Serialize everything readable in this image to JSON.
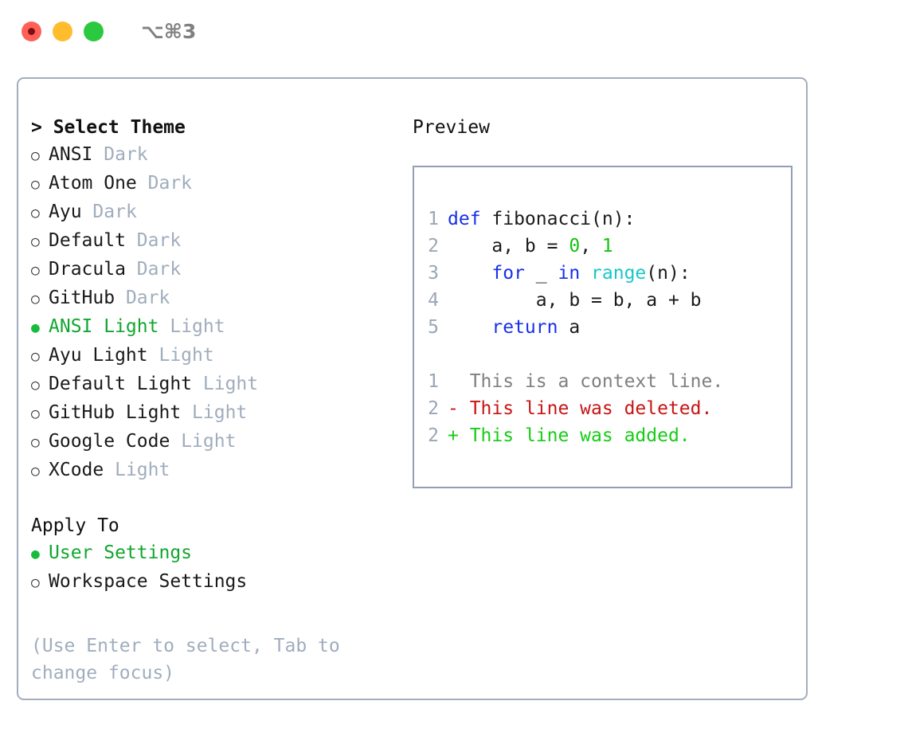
{
  "window": {
    "titlebar": {
      "title": "⌥⌘3",
      "controls": [
        {
          "name": "close",
          "color": "#ff6058",
          "recording": true
        },
        {
          "name": "minimize",
          "color": "#ffbd2e",
          "recording": false
        },
        {
          "name": "maximize",
          "color": "#2ac940",
          "recording": false
        }
      ]
    }
  },
  "theme_picker": {
    "heading": "> Select Theme",
    "focus_prefix": ">",
    "bullet_unselected": "○",
    "bullet_selected": "●",
    "themes": [
      {
        "name": "ANSI",
        "badge": "Dark",
        "selected": false
      },
      {
        "name": "Atom One",
        "badge": "Dark",
        "selected": false
      },
      {
        "name": "Ayu",
        "badge": "Dark",
        "selected": false
      },
      {
        "name": "Default",
        "badge": "Dark",
        "selected": false
      },
      {
        "name": "Dracula",
        "badge": "Dark",
        "selected": false
      },
      {
        "name": "GitHub",
        "badge": "Dark",
        "selected": false
      },
      {
        "name": "ANSI Light",
        "badge": "Light",
        "selected": true
      },
      {
        "name": "Ayu Light",
        "badge": "Light",
        "selected": false
      },
      {
        "name": "Default Light",
        "badge": "Light",
        "selected": false
      },
      {
        "name": "GitHub Light",
        "badge": "Light",
        "selected": false
      },
      {
        "name": "Google Code",
        "badge": "Light",
        "selected": false
      },
      {
        "name": "XCode",
        "badge": "Light",
        "selected": false
      }
    ]
  },
  "apply_to": {
    "heading": "Apply To",
    "options": [
      {
        "label": "User Settings",
        "selected": true
      },
      {
        "label": "Workspace Settings",
        "selected": false
      }
    ]
  },
  "hint": "(Use Enter to select, Tab to change focus)",
  "preview": {
    "heading": "Preview",
    "code_lines": [
      {
        "num": "1",
        "tokens": [
          {
            "t": "def ",
            "c": "kw"
          },
          {
            "t": "fibonacci(n):",
            "c": "plain"
          }
        ]
      },
      {
        "num": "2",
        "tokens": [
          {
            "t": "    a, b = ",
            "c": "plain"
          },
          {
            "t": "0",
            "c": "num"
          },
          {
            "t": ", ",
            "c": "plain"
          },
          {
            "t": "1",
            "c": "num"
          }
        ]
      },
      {
        "num": "3",
        "tokens": [
          {
            "t": "    for ",
            "c": "kw"
          },
          {
            "t": "_ ",
            "c": "plain"
          },
          {
            "t": "in ",
            "c": "kw"
          },
          {
            "t": "range",
            "c": "built"
          },
          {
            "t": "(n):",
            "c": "plain"
          }
        ]
      },
      {
        "num": "4",
        "tokens": [
          {
            "t": "        a, b = b, a + b",
            "c": "plain"
          }
        ]
      },
      {
        "num": "5",
        "tokens": [
          {
            "t": "    return ",
            "c": "kw"
          },
          {
            "t": "a",
            "c": "plain"
          }
        ]
      }
    ],
    "diff_lines": [
      {
        "num": "1",
        "marker": "  ",
        "text": "This is a context line.",
        "kind": "ctx"
      },
      {
        "num": "2",
        "marker": "- ",
        "text": "This line was deleted.",
        "kind": "del"
      },
      {
        "num": "2",
        "marker": "+ ",
        "text": "This line was added.",
        "kind": "add"
      }
    ]
  },
  "colors": {
    "accent_green": "#11a62f",
    "muted": "#a0adbd",
    "border": "#93a0b2",
    "keyword": "#1830e8",
    "number": "#13c213",
    "builtin": "#17c7c7",
    "diff_added": "#17cc17",
    "diff_deleted": "#c81414"
  }
}
